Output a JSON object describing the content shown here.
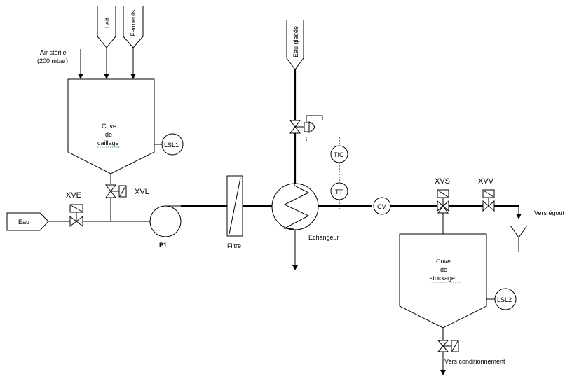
{
  "inputs": {
    "lait": "Lait",
    "ferments": "Ferments",
    "air_sterile_line1": "Air stérile",
    "air_sterile_line2": "(200 mbar)",
    "eau": "Eau",
    "eau_glacee": "Eau glacée"
  },
  "tanks": {
    "cuve_caillage": [
      "Cuve",
      "de",
      "caillage"
    ],
    "cuve_stockage": [
      "Cuve",
      "de",
      "stockage"
    ]
  },
  "instruments": {
    "lsl1": "LSL1",
    "lsl2": "LSL2",
    "tic": "TIC",
    "tt": "TT",
    "cv": "CV"
  },
  "valves": {
    "xve": "XVE",
    "xvl": "XVL",
    "xvs": "XVS",
    "xvv": "XVV"
  },
  "equipment": {
    "pump": "P1",
    "filtre": "Filtre",
    "echangeur": "Echangeur"
  },
  "outputs": {
    "vers_egout": "Vers égout",
    "vers_conditionnement": "Vers  conditionnement"
  }
}
